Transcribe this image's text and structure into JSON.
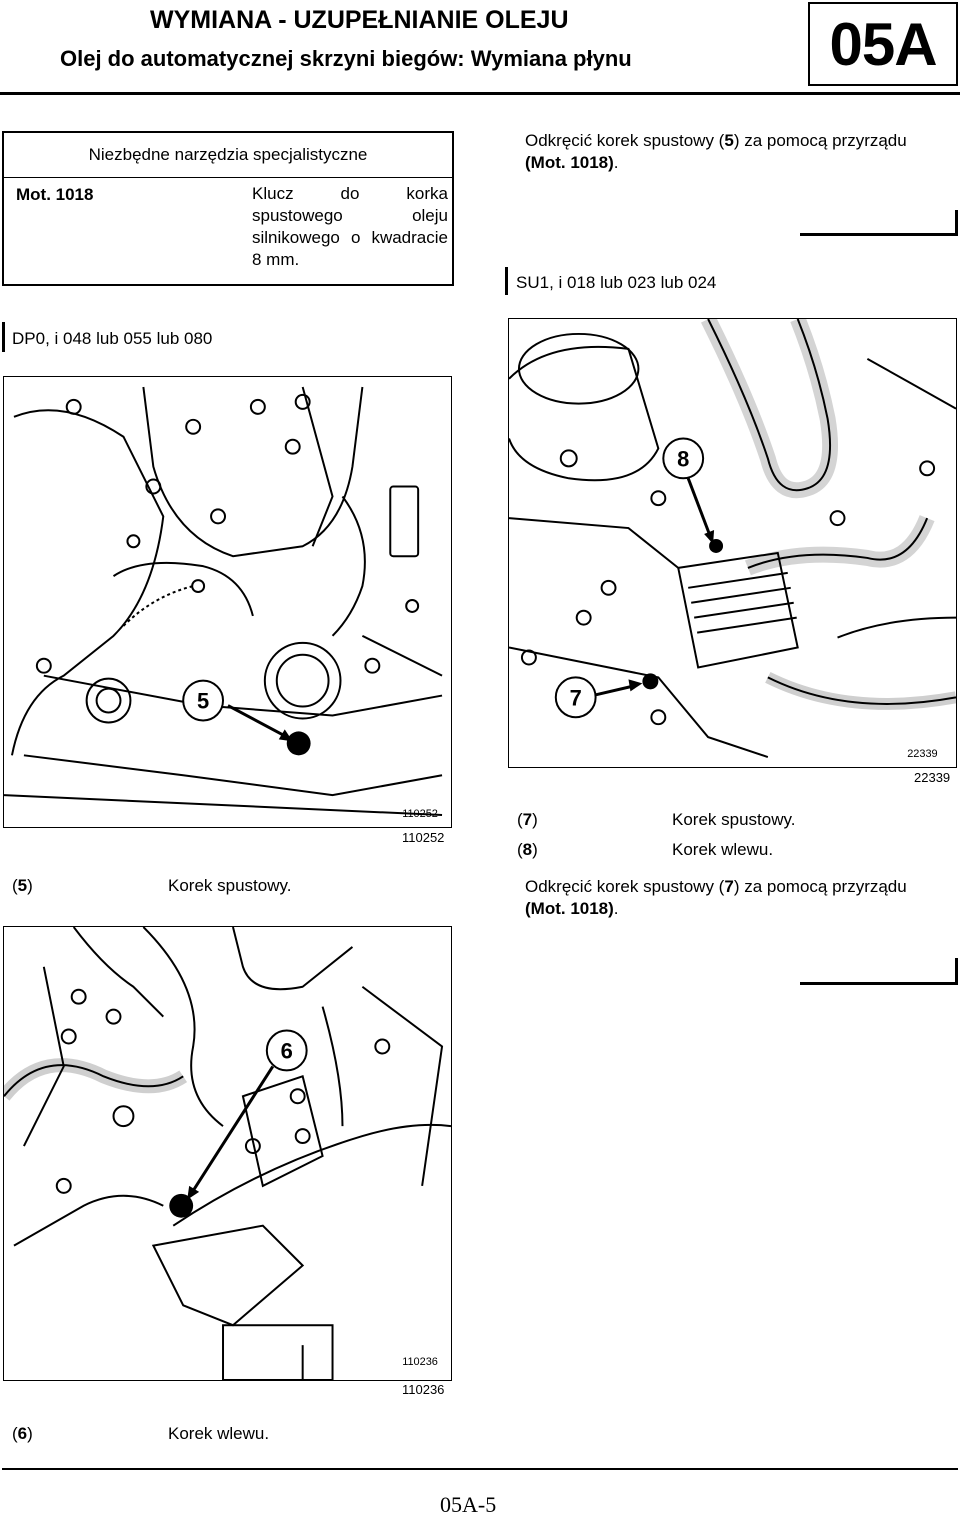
{
  "header": {
    "title": "WYMIANA - UZUPEŁNIANIE OLEJU",
    "subtitle": "Olej do automatycznej skrzyni biegów: Wymiana płynu",
    "section_code": "05A"
  },
  "tools_table": {
    "heading": "Niezbędne narzędzia specjalistyczne",
    "tool_code": "Mot. 1018",
    "tool_desc": "Klucz do korka spustowego oleju silnikowego o kwadracie 8 mm."
  },
  "left_column": {
    "variant_label": "DP0, i 048 lub 055 lub 080",
    "figure1": {
      "image_code": "110252",
      "inset_code": "110252"
    },
    "caption1": {
      "ref": "5",
      "text": "Korek spustowy."
    },
    "figure2": {
      "image_code": "110236",
      "inset_code": "110236"
    },
    "caption2": {
      "ref": "6",
      "text": "Korek wlewu."
    }
  },
  "right_column": {
    "instruction1": {
      "prefix": "Odkręcić korek spustowy (",
      "ref": "5",
      "mid": ") za pomocą przyrządu",
      "tool": "(Mot. 1018)",
      "end": "."
    },
    "variant_label": "SU1, i 018 lub 023 lub 024",
    "figure": {
      "image_code": "22339",
      "inset_code": "22339"
    },
    "legend": [
      {
        "ref": "7",
        "text": "Korek spustowy."
      },
      {
        "ref": "8",
        "text": "Korek wlewu."
      }
    ],
    "instruction2": {
      "prefix": "Odkręcić korek spustowy (",
      "ref": "7",
      "mid": ") za pomocą przyrządu",
      "tool": "(Mot. 1018)",
      "end": "."
    }
  },
  "callouts": {
    "c5": "5",
    "c6": "6",
    "c7": "7",
    "c8": "8"
  },
  "footer": {
    "page_number": "05A-5"
  }
}
